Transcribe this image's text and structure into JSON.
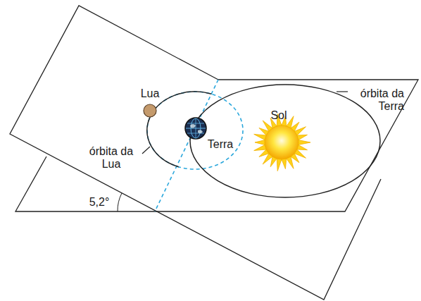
{
  "diagram": {
    "labels": [
      "Lua",
      "Sol",
      "órbita da Terra",
      "órbita da Lua",
      "Terra",
      "5,2°"
    ]
  }
}
